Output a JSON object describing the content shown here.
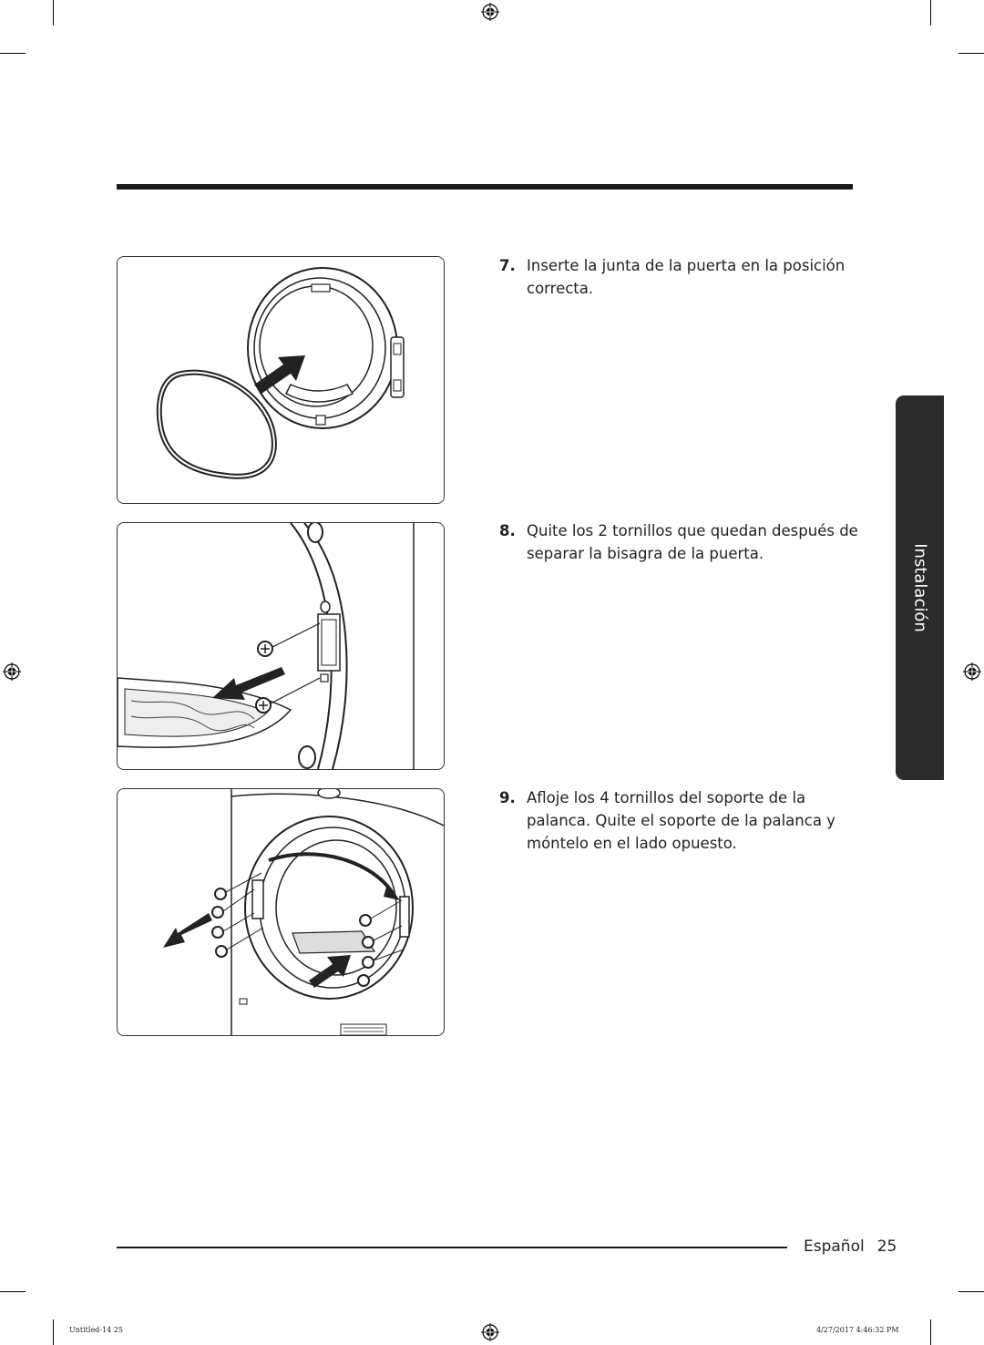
{
  "section_tab": "Instalación",
  "steps": [
    {
      "number": "7.",
      "text": "Inserte la junta de la puerta en la posición correcta."
    },
    {
      "number": "8.",
      "text": "Quite los 2 tornillos que quedan después de separar la bisagra de la puerta."
    },
    {
      "number": "9.",
      "text": "Afloje los 4 tornillos del soporte de la palanca. Quite el soporte de la palanca y móntelo en el lado opuesto."
    }
  ],
  "footer": {
    "language": "Español",
    "page_number": "25"
  },
  "print_slug": {
    "file": "Untitled-14   25",
    "date": "4/27/2017   4:46:32 PM"
  }
}
